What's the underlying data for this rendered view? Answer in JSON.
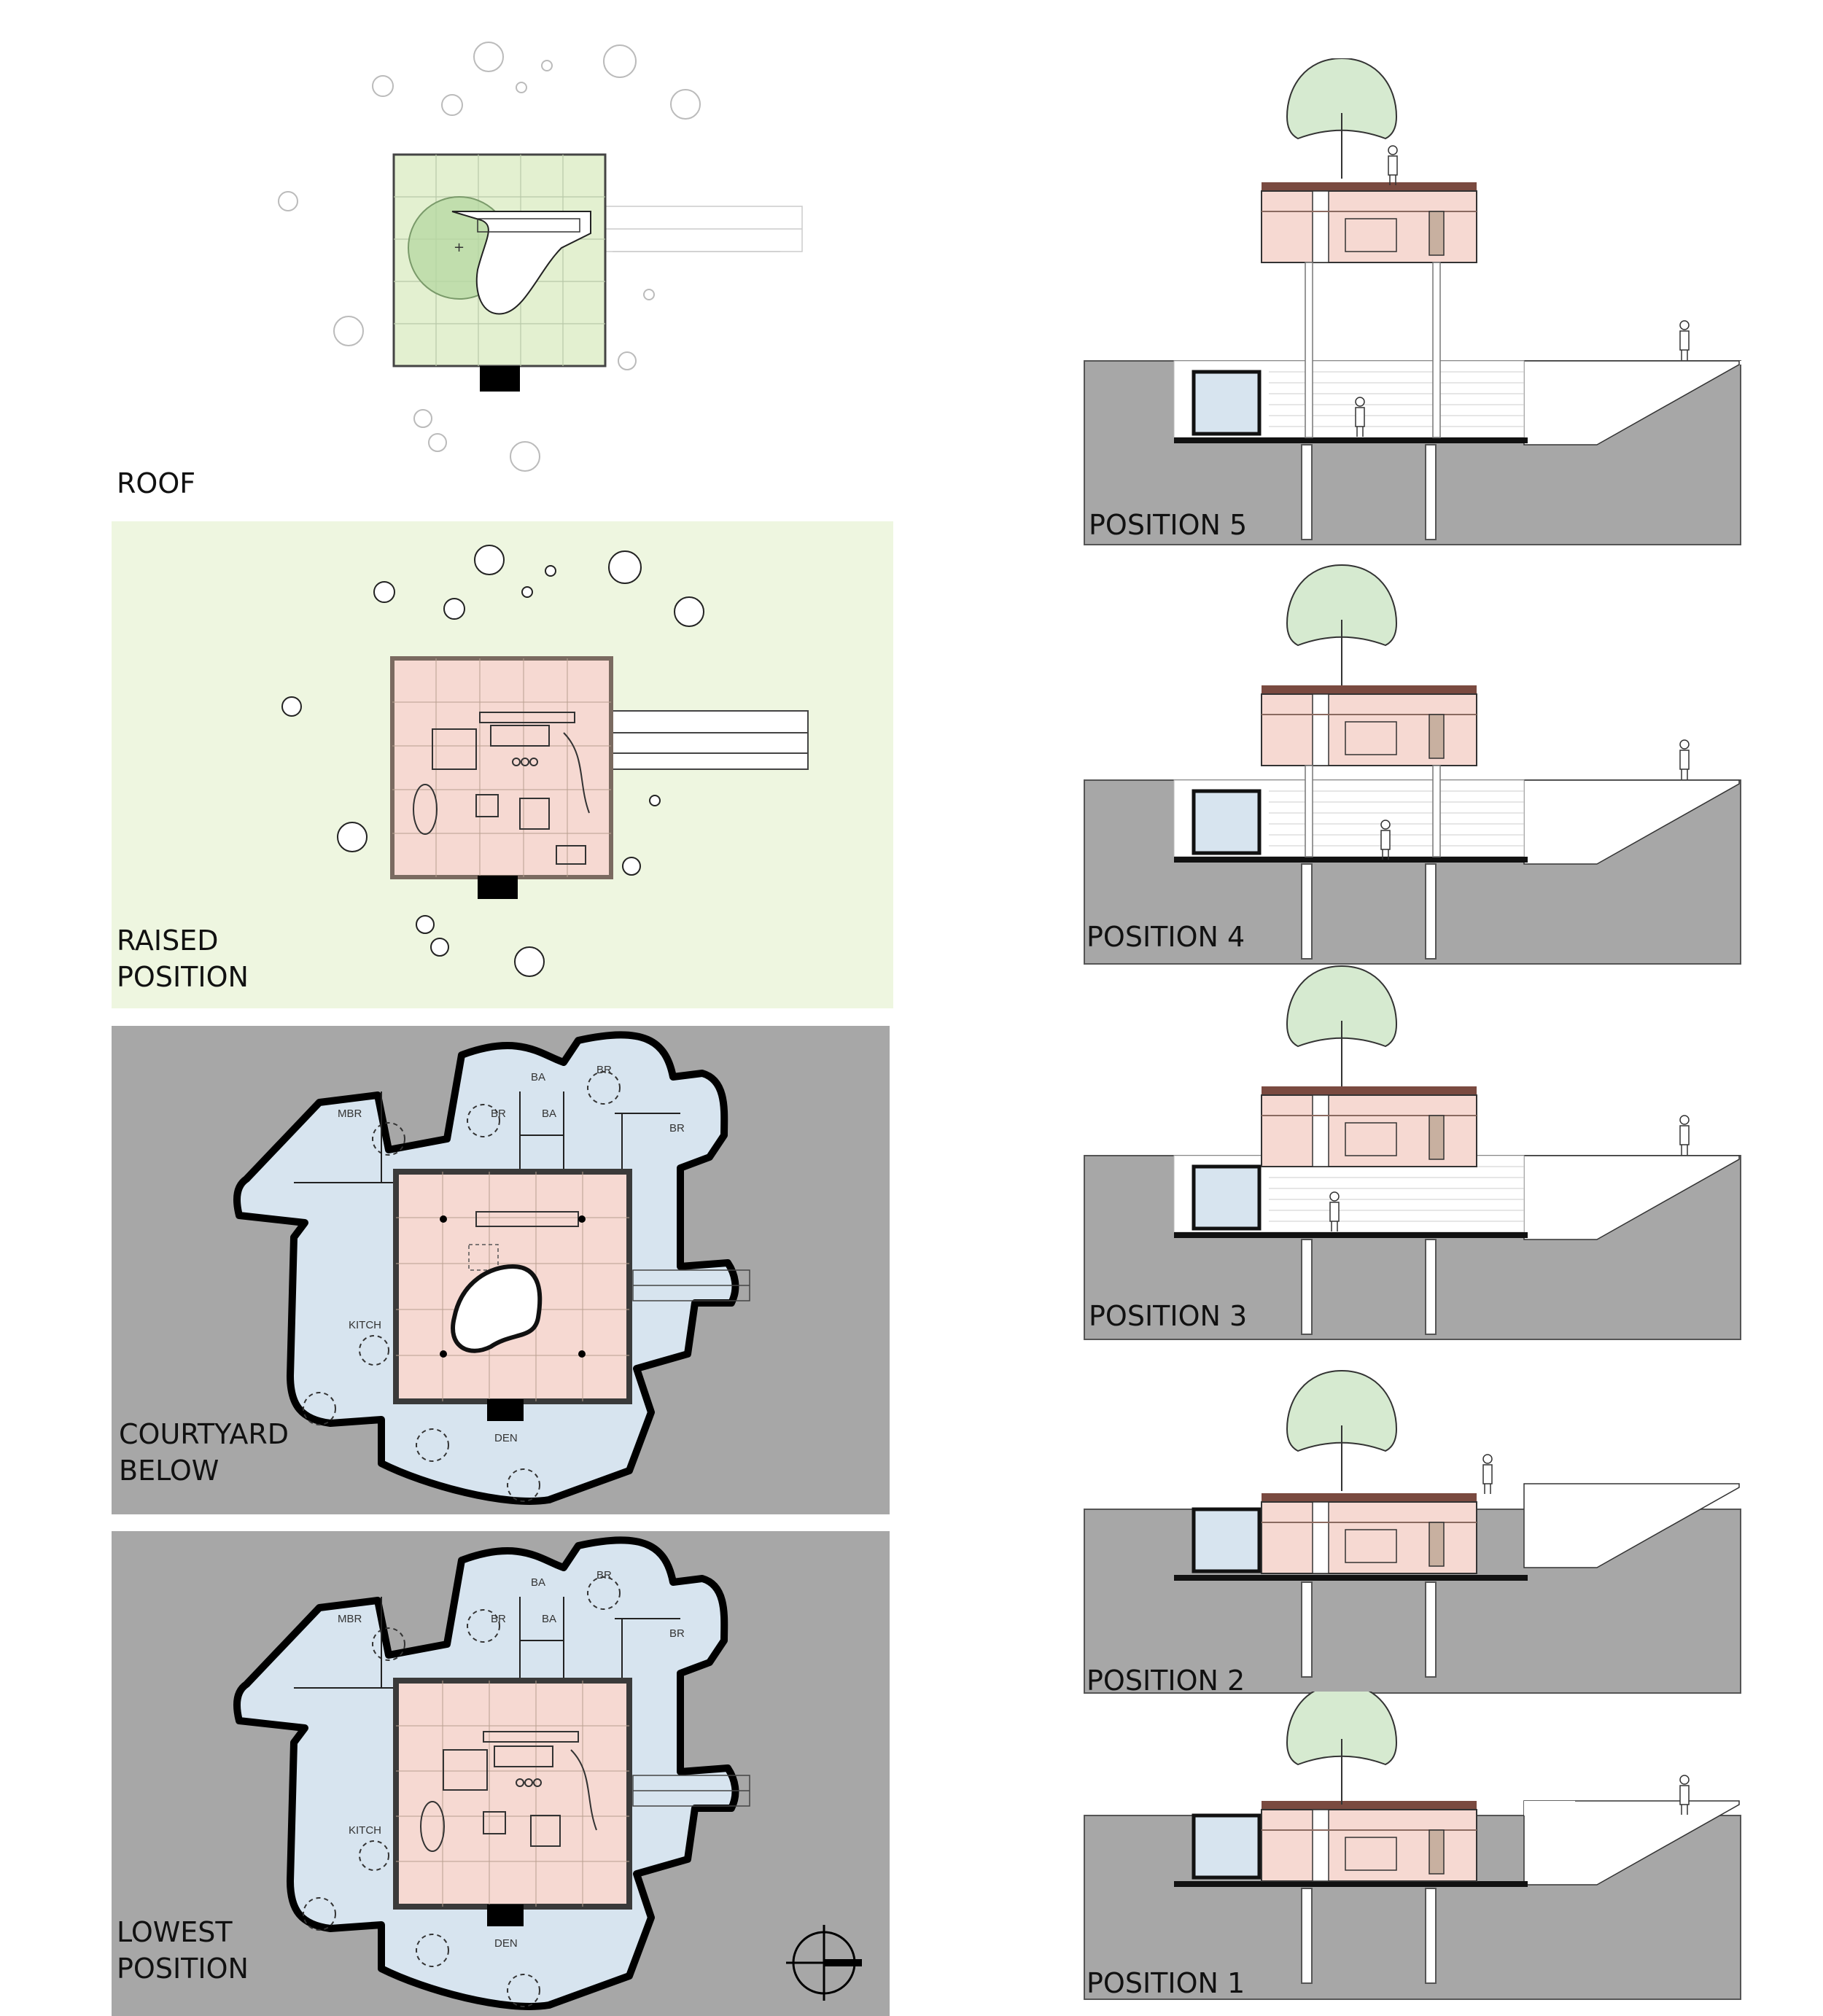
{
  "plans": {
    "roof": {
      "label": "ROOF"
    },
    "raised": {
      "label_line1": "RAISED",
      "label_line2": "POSITION"
    },
    "courtyard": {
      "label_line1": "COURTYARD",
      "label_line2": "BELOW"
    },
    "lowest": {
      "label_line1": "LOWEST",
      "label_line2": "POSITION"
    }
  },
  "rooms": {
    "mbr": "MBR",
    "br": "BR",
    "ba": "BA",
    "kitch": "KITCH",
    "den": "DEN"
  },
  "sections": [
    {
      "label": "POSITION 5"
    },
    {
      "label": "POSITION 4"
    },
    {
      "label": "POSITION 3"
    },
    {
      "label": "POSITION 2"
    },
    {
      "label": "POSITION 1"
    }
  ],
  "colors": {
    "pink": "#f6d9d2",
    "blue": "#d7e4ef",
    "green": "#eef6e0",
    "tree": "#d6ead0",
    "grey": "#a7a7a7",
    "dark": "#555555"
  }
}
